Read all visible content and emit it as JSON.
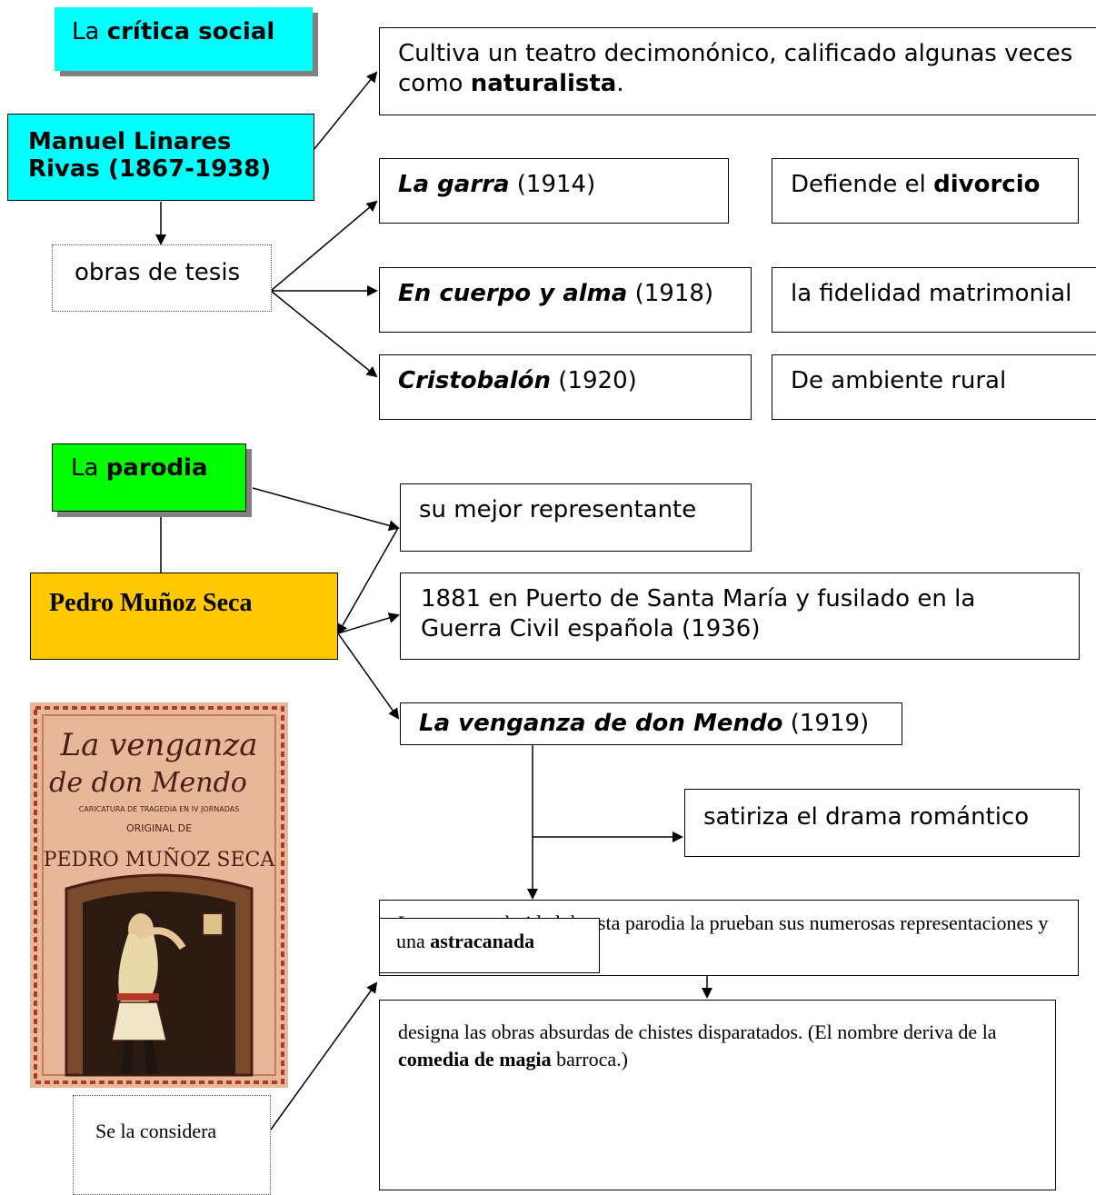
{
  "sections": {
    "critica": {
      "prefix": "La",
      "bold": "crítica social"
    },
    "parodia": {
      "prefix": "La",
      "bold": "parodia"
    }
  },
  "linares": {
    "name": "Manuel Linares Rivas (1867-1938)",
    "desc_prefix": "Cultiva un teatro decimonónico, calificado algunas veces como",
    "desc_bold": "naturalista",
    "desc_suffix": ".",
    "works_label": "obras de tesis",
    "works": [
      {
        "title": "La garra",
        "year": "(1914)",
        "note_prefix": "Defiende el",
        "note_bold": "divorcio"
      },
      {
        "title": "En cuerpo y alma",
        "year": "(1918)",
        "note_prefix": "la fidelidad matrimonial",
        "note_bold": ""
      },
      {
        "title": "Cristobalón",
        "year": "(1920)",
        "note_prefix": "De ambiente rural",
        "note_bold": ""
      }
    ]
  },
  "munoz": {
    "name": "Pedro Muñoz Seca",
    "best": "su mejor representante",
    "bio": "1881 en Puerto de Santa María y fusilado en la Guerra Civil española (1936)",
    "work_title": "La venganza de don Mendo",
    "work_year": "(1919)",
    "satire": "satiriza el drama romántico",
    "popularity": "La gran popularidad de esta parodia la prueban sus numerosas representaciones y ediciones.",
    "considered": "Se la considera",
    "astra_prefix": "una",
    "astra_bold": "astracanada",
    "astra_def_1": "designa las obras absurdas de chistes disparatados. (El nombre deriva de la",
    "astra_def_bold": "comedia de magia",
    "astra_def_2": "barroca.)"
  },
  "poster": {
    "line1": "La venganza",
    "line2": "de don Mendo",
    "line3": "CARICATURA DE TRAGEDIA EN IV JORNADAS",
    "line4": "ORIGINAL DE",
    "line5": "PEDRO MUÑOZ SECA"
  },
  "colors": {
    "cyan": "#00FFFF",
    "green": "#00FF00",
    "gold": "#FFC800",
    "poster_bg": "#E7B79A",
    "poster_red": "#B23A24"
  }
}
